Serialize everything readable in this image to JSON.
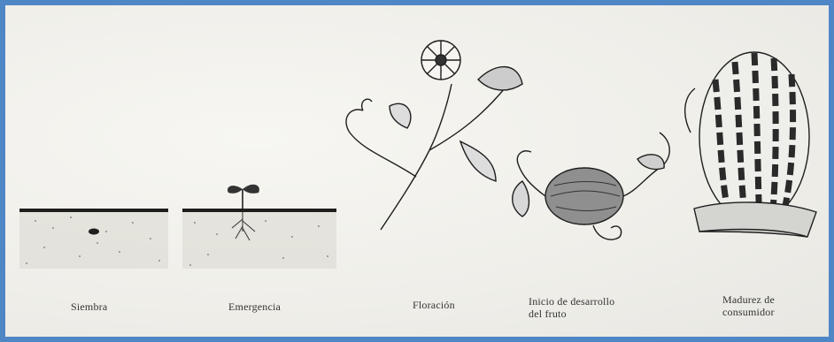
{
  "stages": [
    {
      "label": "Siembra",
      "icon": "seed-in-soil-icon"
    },
    {
      "label": "Emergencia",
      "icon": "sprout-emerging-icon"
    },
    {
      "label": "Floración",
      "icon": "flowering-vine-icon"
    },
    {
      "label": "Inicio de desarrollo\ndel fruto",
      "line1": "Inicio de desarrollo",
      "line2": "del fruto",
      "icon": "young-fruit-icon"
    },
    {
      "label": "Madurez de\nconsumidor",
      "line1": "Madurez de",
      "line2": "consumidor",
      "icon": "ripe-watermelon-icon"
    }
  ],
  "colors": {
    "border": "#4f86c6",
    "ink": "#222222",
    "paper": "#f2f1ed"
  }
}
